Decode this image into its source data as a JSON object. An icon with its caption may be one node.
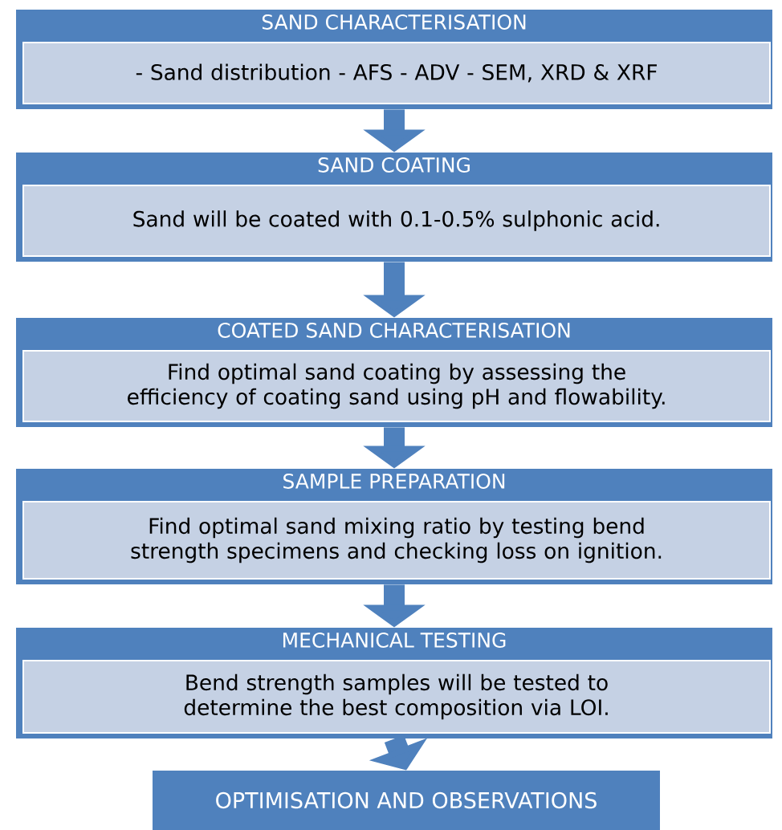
{
  "diagram": {
    "nodes": [
      {
        "text": [
          "SAND CHARACTERISATION",
          "- Sand distribution - AFS - ADV - SEM, XRD & XRF"
        ]
      },
      {
        "text": [
          "SAND COATING",
          "Sand will be coated with 0.1-0.5% sulphonic acid."
        ]
      },
      {
        "text": [
          "COATED SAND CHARACTERISATION",
          "Find optimal sand coating by assessing the efficiency of coating sand using pH and flowability."
        ]
      },
      {
        "text": [
          "SAMPLE PREPARATION",
          "Find optimal sand mixing ratio by testing bend strength specimens and checking loss on ignition."
        ]
      },
      {
        "text": [
          "MECHANICAL TESTING",
          "Bend strength samples will be tested to determine the best composition via LOI."
        ]
      },
      {
        "text": [
          "OPTIMISATION AND OBSERVATIONS"
        ]
      }
    ],
    "edges": [
      {
        "from": 0,
        "to": 1,
        "arrow": "to"
      },
      {
        "from": 1,
        "to": 2,
        "arrow": "to"
      },
      {
        "from": 2,
        "to": 3,
        "arrow": "to"
      },
      {
        "from": 3,
        "to": 4,
        "arrow": "to"
      },
      {
        "from": 4,
        "to": 5,
        "arrow": "to"
      }
    ]
  }
}
